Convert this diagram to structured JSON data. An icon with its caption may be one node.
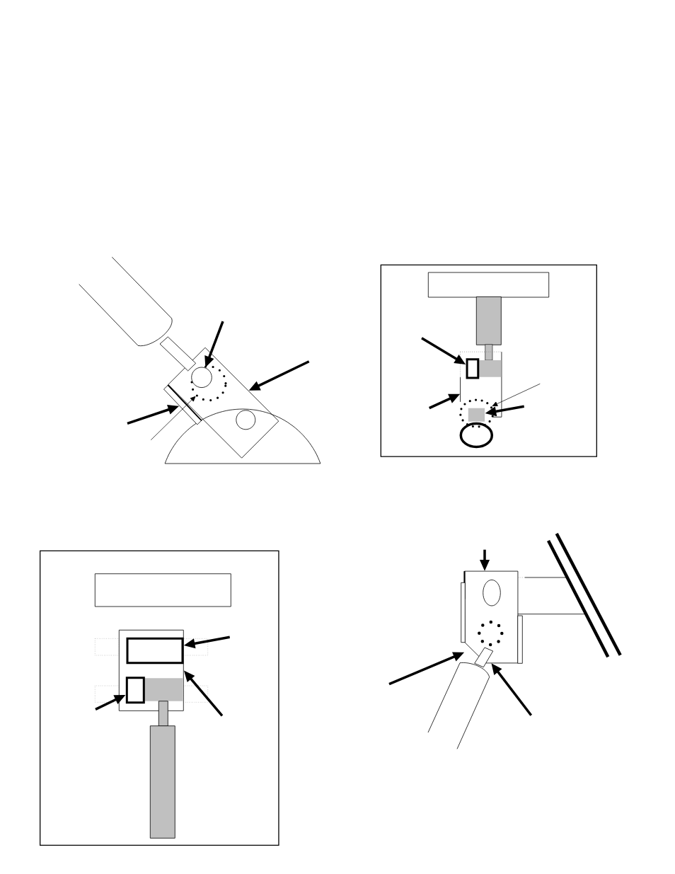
{
  "diagram": {
    "nodes": [
      {
        "text": [],
        "shape": "box"
      },
      {
        "text": [],
        "shape": "box"
      },
      {
        "text": [],
        "shape": "circle",
        "in": 3
      },
      {
        "text": [],
        "shape": "circle",
        "in": 0
      },
      {
        "text": [],
        "shape": "box"
      },
      {
        "text": [],
        "shape": "box",
        "in": 4
      },
      {
        "text": [],
        "shape": "box",
        "in": 4
      },
      {
        "text": [],
        "shape": "box",
        "in": 4
      },
      {
        "text": [],
        "shape": "box",
        "in": 7
      },
      {
        "text": [],
        "shape": "circle",
        "in": 4
      },
      {
        "text": [],
        "shape": "box",
        "in": 9
      },
      {
        "text": [],
        "shape": "box"
      },
      {
        "text": [],
        "shape": "box",
        "in": 11
      },
      {
        "text": [],
        "shape": "box",
        "in": 11
      },
      {
        "text": [],
        "shape": "box",
        "in": 13
      },
      {
        "text": [],
        "shape": "box",
        "in": 13
      },
      {
        "text": [],
        "shape": "box",
        "in": 11
      },
      {
        "text": [],
        "shape": "box"
      }
    ],
    "edges": [
      {
        "from": null,
        "to": 2,
        "arrow": "to"
      },
      {
        "from": null,
        "to": 0,
        "arrow": "to"
      },
      {
        "from": null,
        "to": 1,
        "arrow": "to"
      },
      {
        "from": null,
        "to": 3,
        "arrow": "to"
      },
      {
        "from": null,
        "to": 8,
        "arrow": "to"
      },
      {
        "from": null,
        "to": 7,
        "arrow": "to"
      },
      {
        "from": null,
        "to": 9,
        "arrow": "to"
      },
      {
        "from": null,
        "to": 10,
        "arrow": "to"
      },
      {
        "from": null,
        "to": 14,
        "arrow": "to"
      },
      {
        "from": null,
        "to": 13,
        "arrow": "to"
      },
      {
        "from": null,
        "to": 15,
        "arrow": "to"
      },
      {
        "from": null,
        "to": 17,
        "arrow": "to"
      },
      {
        "from": null,
        "to": 17,
        "arrow": "to"
      },
      {
        "from": null,
        "to": 17,
        "arrow": "to"
      }
    ]
  }
}
